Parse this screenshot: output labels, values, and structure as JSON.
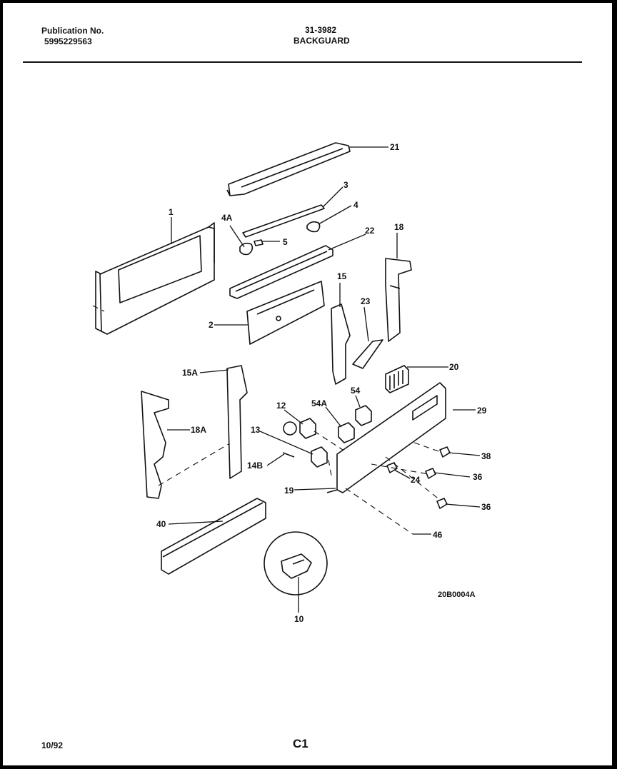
{
  "header": {
    "publication_label": "Publication No.",
    "publication_number": "5995229563",
    "doc_number": "31-3982",
    "section_title": "BACKGUARD"
  },
  "parts": [
    "21",
    "3",
    "4",
    "1",
    "4A",
    "5",
    "22",
    "18",
    "15",
    "2",
    "23",
    "20",
    "15A",
    "54",
    "54A",
    "29",
    "12",
    "18A",
    "13",
    "38",
    "14B",
    "24",
    "36",
    "19",
    "36",
    "40",
    "46",
    "10"
  ],
  "diagram_code": "20B0004A",
  "footer": {
    "date": "10/92",
    "page": "C1"
  }
}
